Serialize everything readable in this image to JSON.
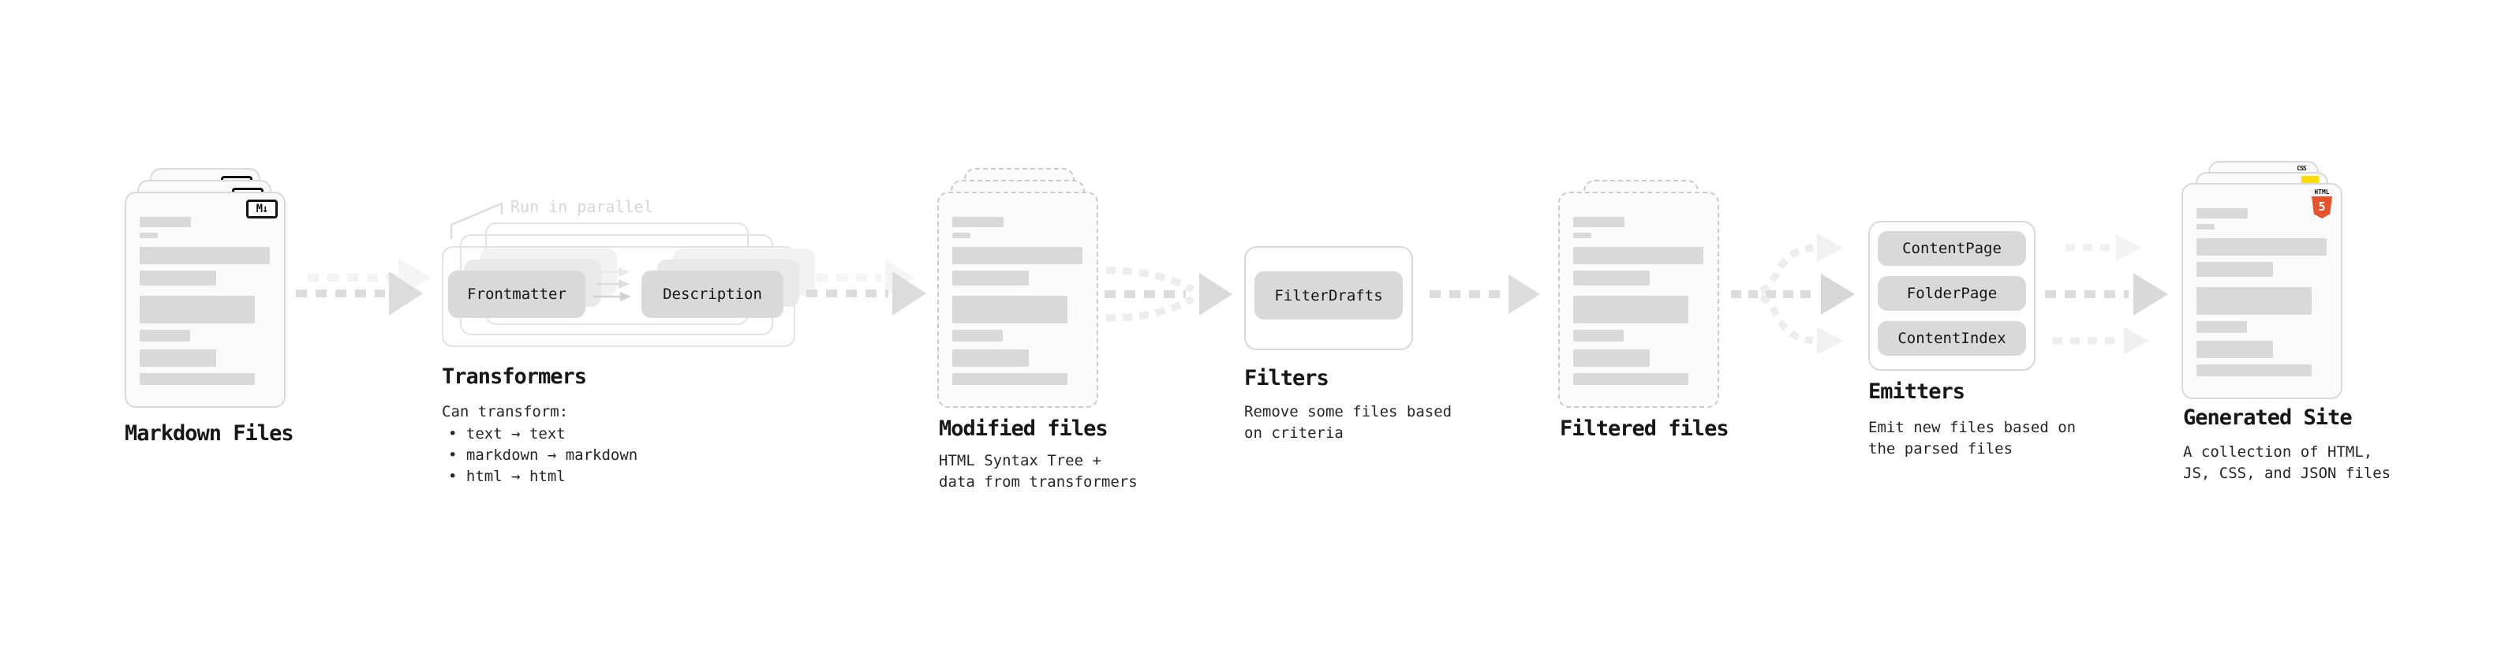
{
  "stages": {
    "markdown_files": {
      "label": "Markdown Files",
      "badge": "M↓"
    },
    "transformers": {
      "annotation": "Run in parallel",
      "node_a": "Frontmatter",
      "node_b": "Description",
      "heading": "Transformers",
      "desc_intro": "Can transform:",
      "bullets": [
        "• text → text",
        "• markdown → markdown",
        "• html → html"
      ]
    },
    "modified_files": {
      "label": "Modified files",
      "desc_line1": "HTML Syntax Tree +",
      "desc_line2": "data from transformers"
    },
    "filters": {
      "heading": "Filters",
      "node": "FilterDrafts",
      "desc_line1": "Remove some files based",
      "desc_line2": "on criteria"
    },
    "filtered_files": {
      "label": "Filtered files"
    },
    "emitters": {
      "heading": "Emitters",
      "nodes": [
        "ContentPage",
        "FolderPage",
        "ContentIndex"
      ],
      "desc_line1": "Emit new files based on",
      "desc_line2": "the parsed files"
    },
    "generated_site": {
      "label": "Generated Site",
      "desc_line1": "A collection of HTML,",
      "desc_line2": "JS, CSS, and JSON files",
      "css_badge": "CSS",
      "html_badge_label": "HTML",
      "html_badge_number": "5"
    }
  },
  "colors": {
    "node_fill": "#d9d9d9",
    "skeleton_bar": "#d9d9d9",
    "arrow_strong": "#dcdcdc",
    "arrow_faint": "#f1f1f1",
    "annotation_gray": "#d7d7d7",
    "html5_orange": "#e5532d",
    "js_yellow": "#ffdd00",
    "css_blue": "#1a6ef5"
  },
  "card_bars": [
    [
      30,
      65,
      13
    ],
    [
      50,
      23,
      7
    ],
    [
      68,
      165,
      22
    ],
    [
      98,
      97,
      19
    ],
    [
      130,
      146,
      35
    ],
    [
      173,
      64,
      15
    ],
    [
      198,
      97,
      22
    ],
    [
      228,
      146,
      15
    ]
  ]
}
